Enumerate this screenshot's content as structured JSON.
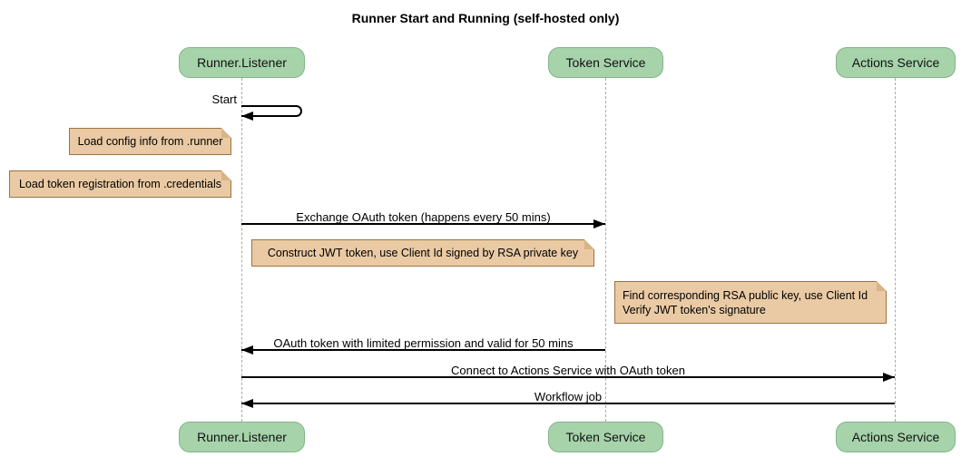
{
  "title": "Runner Start and Running (self-hosted only)",
  "diagram_type": "sequence",
  "participants": [
    {
      "name": "Runner.Listener"
    },
    {
      "name": "Token Service"
    },
    {
      "name": "Actions Service"
    }
  ],
  "messages": [
    {
      "label": "Start",
      "from": "Runner.Listener",
      "to": "Runner.Listener",
      "kind": "self"
    },
    {
      "label": "Exchange OAuth token (happens every 50 mins)",
      "from": "Runner.Listener",
      "to": "Token Service",
      "kind": "arrow"
    },
    {
      "label": "OAuth token with limited permission and valid for 50 mins",
      "from": "Token Service",
      "to": "Runner.Listener",
      "kind": "arrow"
    },
    {
      "label": "Connect to Actions Service with OAuth token",
      "from": "Runner.Listener",
      "to": "Actions Service",
      "kind": "arrow"
    },
    {
      "label": "Workflow job",
      "from": "Actions Service",
      "to": "Runner.Listener",
      "kind": "arrow"
    }
  ],
  "notes": [
    {
      "lines": [
        "Load config info from .runner"
      ],
      "anchor": "Runner.Listener",
      "side": "left"
    },
    {
      "lines": [
        "Load token registration from .credentials"
      ],
      "anchor": "Runner.Listener",
      "side": "left"
    },
    {
      "lines": [
        "Construct JWT token, use Client Id signed by RSA private key"
      ],
      "anchor": "Token Service",
      "side": "left"
    },
    {
      "lines": [
        "Find corresponding RSA public key, use Client Id",
        "Verify JWT token's signature"
      ],
      "anchor": "Token Service",
      "side": "right"
    }
  ],
  "colors": {
    "participant_fill": "#A6D3AA",
    "participant_border": "#85B489",
    "note_fill": "#EACAA4",
    "note_border": "#9C7340",
    "lifeline": "#AAAAAA",
    "arrow": "#000000",
    "background": "#FFFFFF",
    "text": "#000000"
  }
}
